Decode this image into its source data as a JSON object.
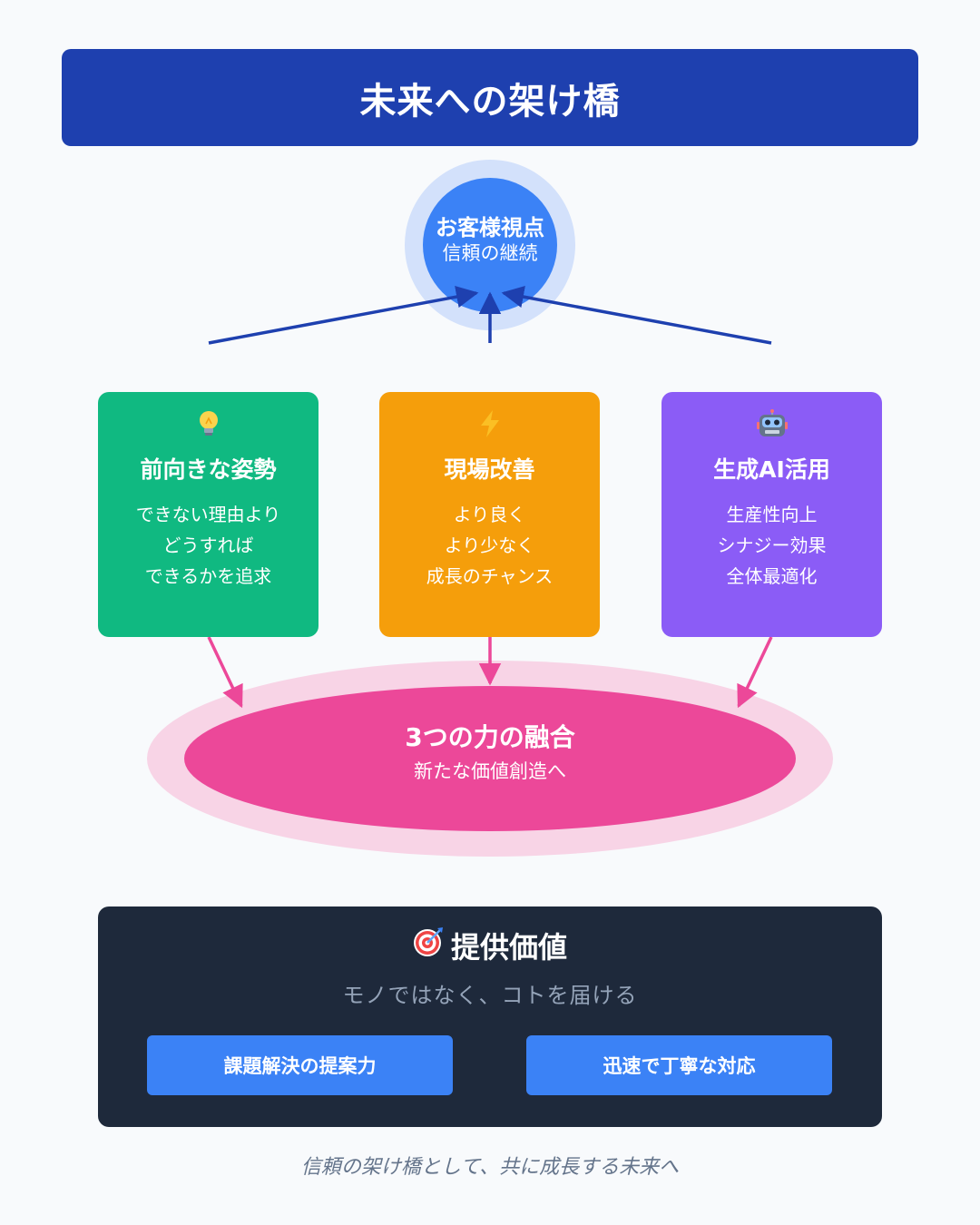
{
  "header": {
    "title": "未来への架け橋"
  },
  "hub": {
    "title": "お客様視点",
    "subtitle": "信頼の継続"
  },
  "pillars": [
    {
      "icon": "lightbulb-icon",
      "title": "前向きな姿勢",
      "lines": [
        "できない理由より",
        "どうすれば",
        "できるかを追求"
      ],
      "color": "#10b981"
    },
    {
      "icon": "lightning-icon",
      "title": "現場改善",
      "lines": [
        "より良く",
        "より少なく",
        "成長のチャンス"
      ],
      "color": "#f59e0b"
    },
    {
      "icon": "robot-icon",
      "title": "生成AI活用",
      "lines": [
        "生産性向上",
        "シナジー効果",
        "全体最適化"
      ],
      "color": "#8b5cf6"
    }
  ],
  "fusion": {
    "title": "3つの力の融合",
    "subtitle": "新たな価値創造へ",
    "color": "#ec4899"
  },
  "value": {
    "icon": "target-icon",
    "title": "提供価値",
    "subtitle": "モノではなく、コトを届ける",
    "buttons": [
      "課題解決の提案力",
      "迅速で丁寧な対応"
    ]
  },
  "footer": {
    "text": "信頼の架け橋として、共に成長する未来へ"
  },
  "colors": {
    "primary": "#1e40af",
    "accent_blue": "#3b82f6",
    "panel": "#1e293b",
    "background": "#f8fafc"
  }
}
